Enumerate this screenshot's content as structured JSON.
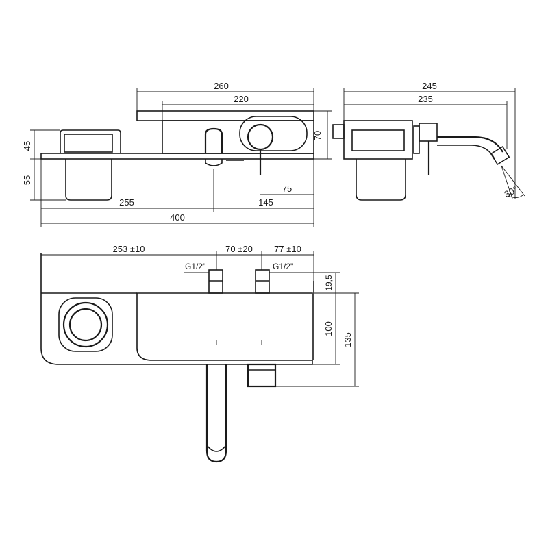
{
  "dimensions": {
    "front_view": {
      "overall_260": "260",
      "plate_220": "220",
      "height_70": "70",
      "cup_45": "45",
      "cup_55": "55",
      "spout_offset_255": "255",
      "handle_offset_145": "145",
      "lever_75": "75",
      "overall_400": "400"
    },
    "side_view": {
      "projection_245": "245",
      "projection_235": "235",
      "spout_angle": "30°"
    },
    "top_view": {
      "offset_253": "253 ±10",
      "center_70": "70 ±20",
      "offset_77": "77 ±10",
      "thread_left": "G1/2\"",
      "thread_right": "G1/2\"",
      "depth_19_5": "19,5",
      "depth_100": "100",
      "depth_135": "135"
    }
  },
  "colors": {
    "line": "#1a1a1a",
    "background": "#ffffff"
  }
}
